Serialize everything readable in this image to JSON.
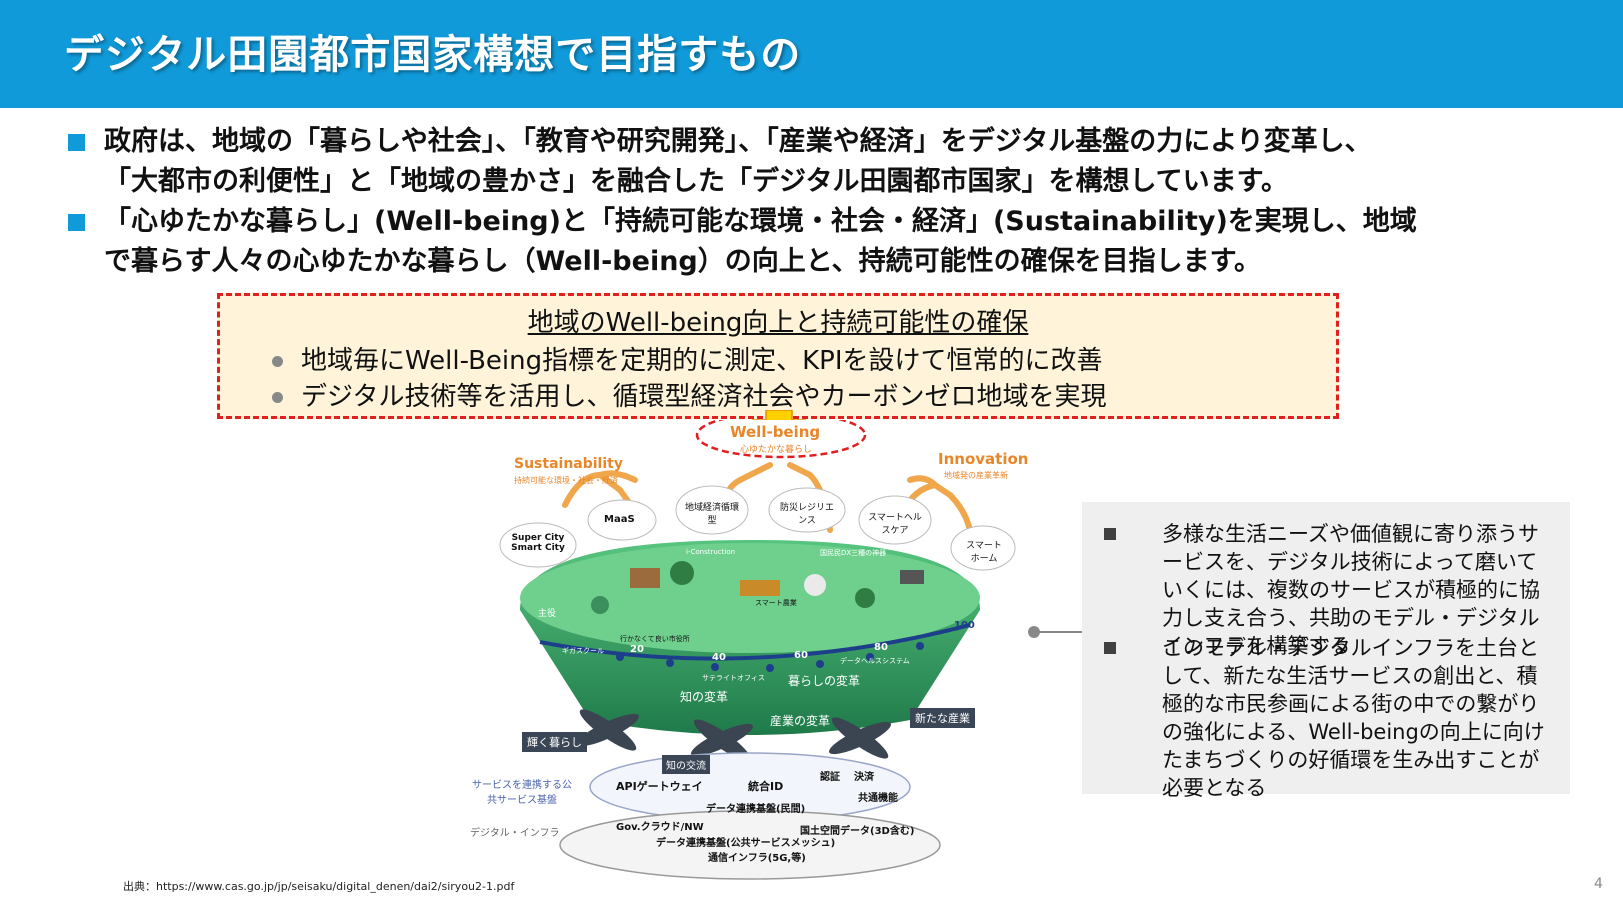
{
  "header": {
    "title": "デジタル田園都市国家構想で目指すもの"
  },
  "bullets": [
    {
      "line1": "政府は、地域の「暮らしや社会」、「教育や研究開発」、「産業や経済」をデジタル基盤の力により変革し、",
      "line2": "「大都市の利便性」と「地域の豊かさ」を融合した「デジタル田園都市国家」を構想しています。"
    },
    {
      "line1": "「心ゆたかな暮らし」(Well-being)と「持続可能な環境・社会・経済」(Sustainability)を実現し、地域",
      "line2": "で暮らす人々の心ゆたかな暮らし（Well-being）の向上と、持続可能性の確保を目指します。"
    }
  ],
  "goal_box": {
    "title": "地域のWell-being向上と持続可能性の確保",
    "items": [
      "地域毎にWell-Being指標を定期的に測定、KPIを設けて恒常的に改善",
      "デジタル技術等を活用し、循環型経済社会やカーボンゼロ地域を実現"
    ]
  },
  "figure": {
    "wellbeing": "Well-being",
    "wellbeing_sub": "心ゆたかな暮らし",
    "sustainability": "Sustainability",
    "sustainability_sub": "持続可能な環境・社会・経済",
    "innovation": "Innovation",
    "innovation_sub": "地域発の産業革新",
    "bubbles": {
      "maas": "MaaS",
      "circular": "地域経済循環型",
      "resilience": "防災レジリエンス",
      "healthcare": "スマートヘルスケア",
      "supercity": "Super City Smart City",
      "smarthome": "スマートホーム"
    },
    "rim_labels": {
      "construction": "i-Construction",
      "dx": "国民民DX三種の神器",
      "smart_agri": "スマート農業",
      "city_hall": "行かなくて良い市役所",
      "giga": "ギガスクール",
      "satellite": "サテライトオフィス",
      "health_system": "データヘルスシステム",
      "main": "主役"
    },
    "scale": [
      "20",
      "40",
      "60",
      "80",
      "100"
    ],
    "bowl_labels": {
      "life": "暮らしの変革",
      "knowledge": "知の変革",
      "industry": "産業の変革",
      "new_industry": "新たな産業",
      "shining_life": "輝く暮らし",
      "knowledge_exchange": "知の交流"
    },
    "platform": {
      "left_label": "サービスを連携する公共サービス基盤",
      "api": "APIゲートウェイ",
      "id": "統合ID",
      "auth": "認証",
      "payment": "決済",
      "common": "共通機能",
      "data_private": "データ連携基盤(民間)"
    },
    "infra": {
      "left_label": "デジタル・インフラ",
      "cloud": "Gov.クラウド/NW",
      "geo": "国土空間データ(3D含む)",
      "data_public": "データ連携基盤(公共サービスメッシュ)",
      "network": "通信インフラ(5G,等)"
    }
  },
  "side_panel": {
    "items": [
      "多様な生活ニーズや価値観に寄り添うサービスを、デジタル技術によって磨いていくには、複数のサービスが積極的に協力し支え合う、共助のモデル・デジタルインフラを構築する",
      "このモデル・デジタルインフラを土台として、新たな生活サービスの創出と、積極的な市民参画による街の中での繋がりの強化による、Well-beingの向上に向けたまちづくりの好循環を生み出すことが必要となる"
    ]
  },
  "source": "出典：https://www.cas.go.jp/jp/seisaku/digital_denen/dai2/siryou2-1.pdf",
  "page_number": "4",
  "colors": {
    "header": "#109ad9",
    "bullet_marker": "#109ad9",
    "goal_border": "#e02020",
    "goal_fill": "#fff3d9",
    "bowl": "#3aa86b",
    "accent_orange": "#e8862a",
    "arrow": "#ffd000"
  }
}
